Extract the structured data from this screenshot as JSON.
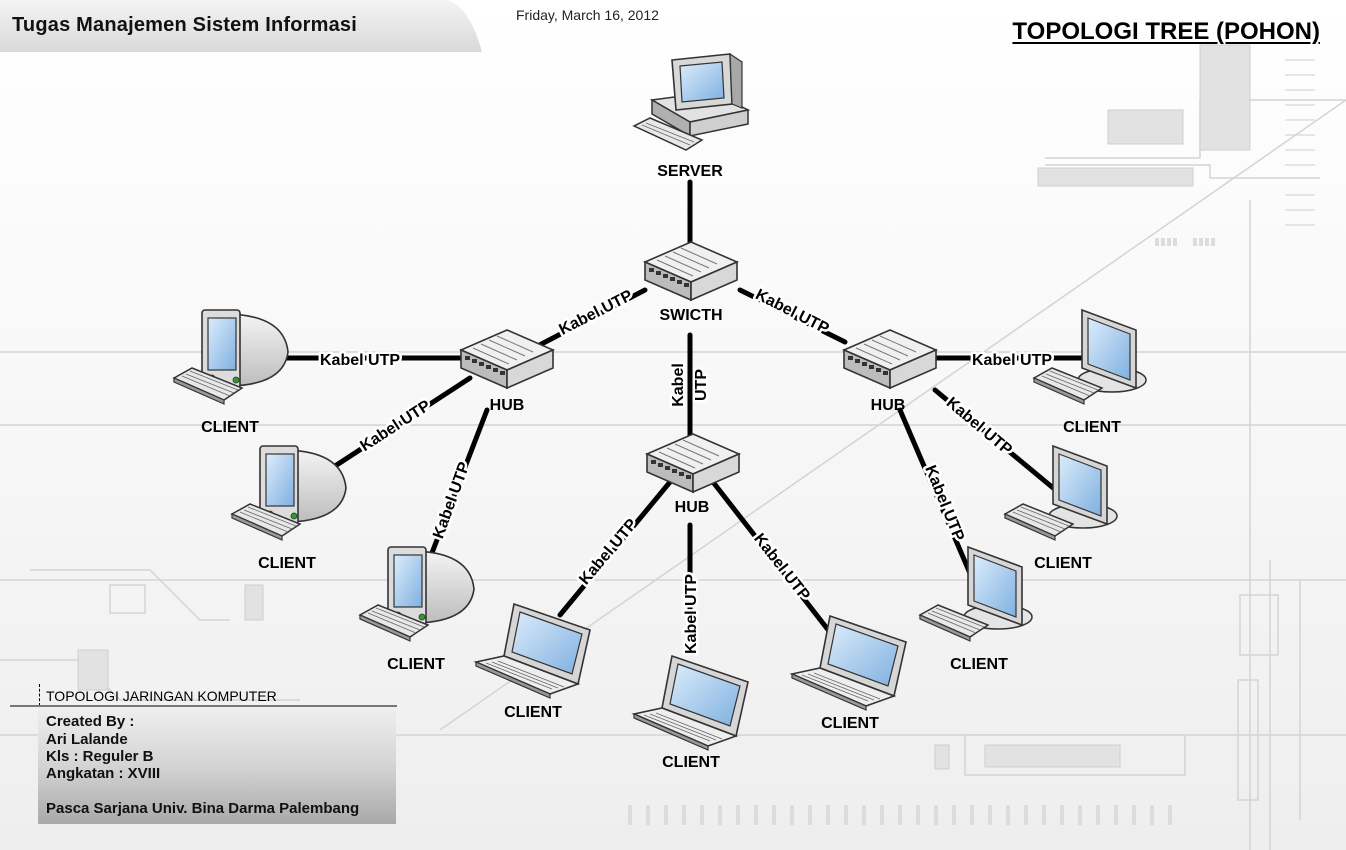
{
  "header": {
    "title": "Tugas Manajemen Sistem Informasi",
    "date": "Friday, March 16, 2012"
  },
  "diagram_title": "TOPOLOGI TREE (POHON)",
  "diagram": {
    "server_label": "SERVER",
    "switch_label": "SWICTH",
    "hub_label": "HUB",
    "client_label": "CLIENT",
    "cable_label": "Kabel UTP",
    "cable_label_line1": "Kabel",
    "cable_label_line2": "UTP"
  },
  "info": {
    "heading": "TOPOLOGI JARINGAN KOMPUTER",
    "created_by": "Created By :",
    "author": "Ari Lalande",
    "class": "Kls : Reguler B",
    "batch": "Angkatan : XVIII",
    "institution": "Pasca Sarjana Univ. Bina Darma Palembang"
  },
  "colors": {
    "line": "#000000",
    "device_body": "#e4e4e4",
    "screen": "#9cc4ec"
  }
}
